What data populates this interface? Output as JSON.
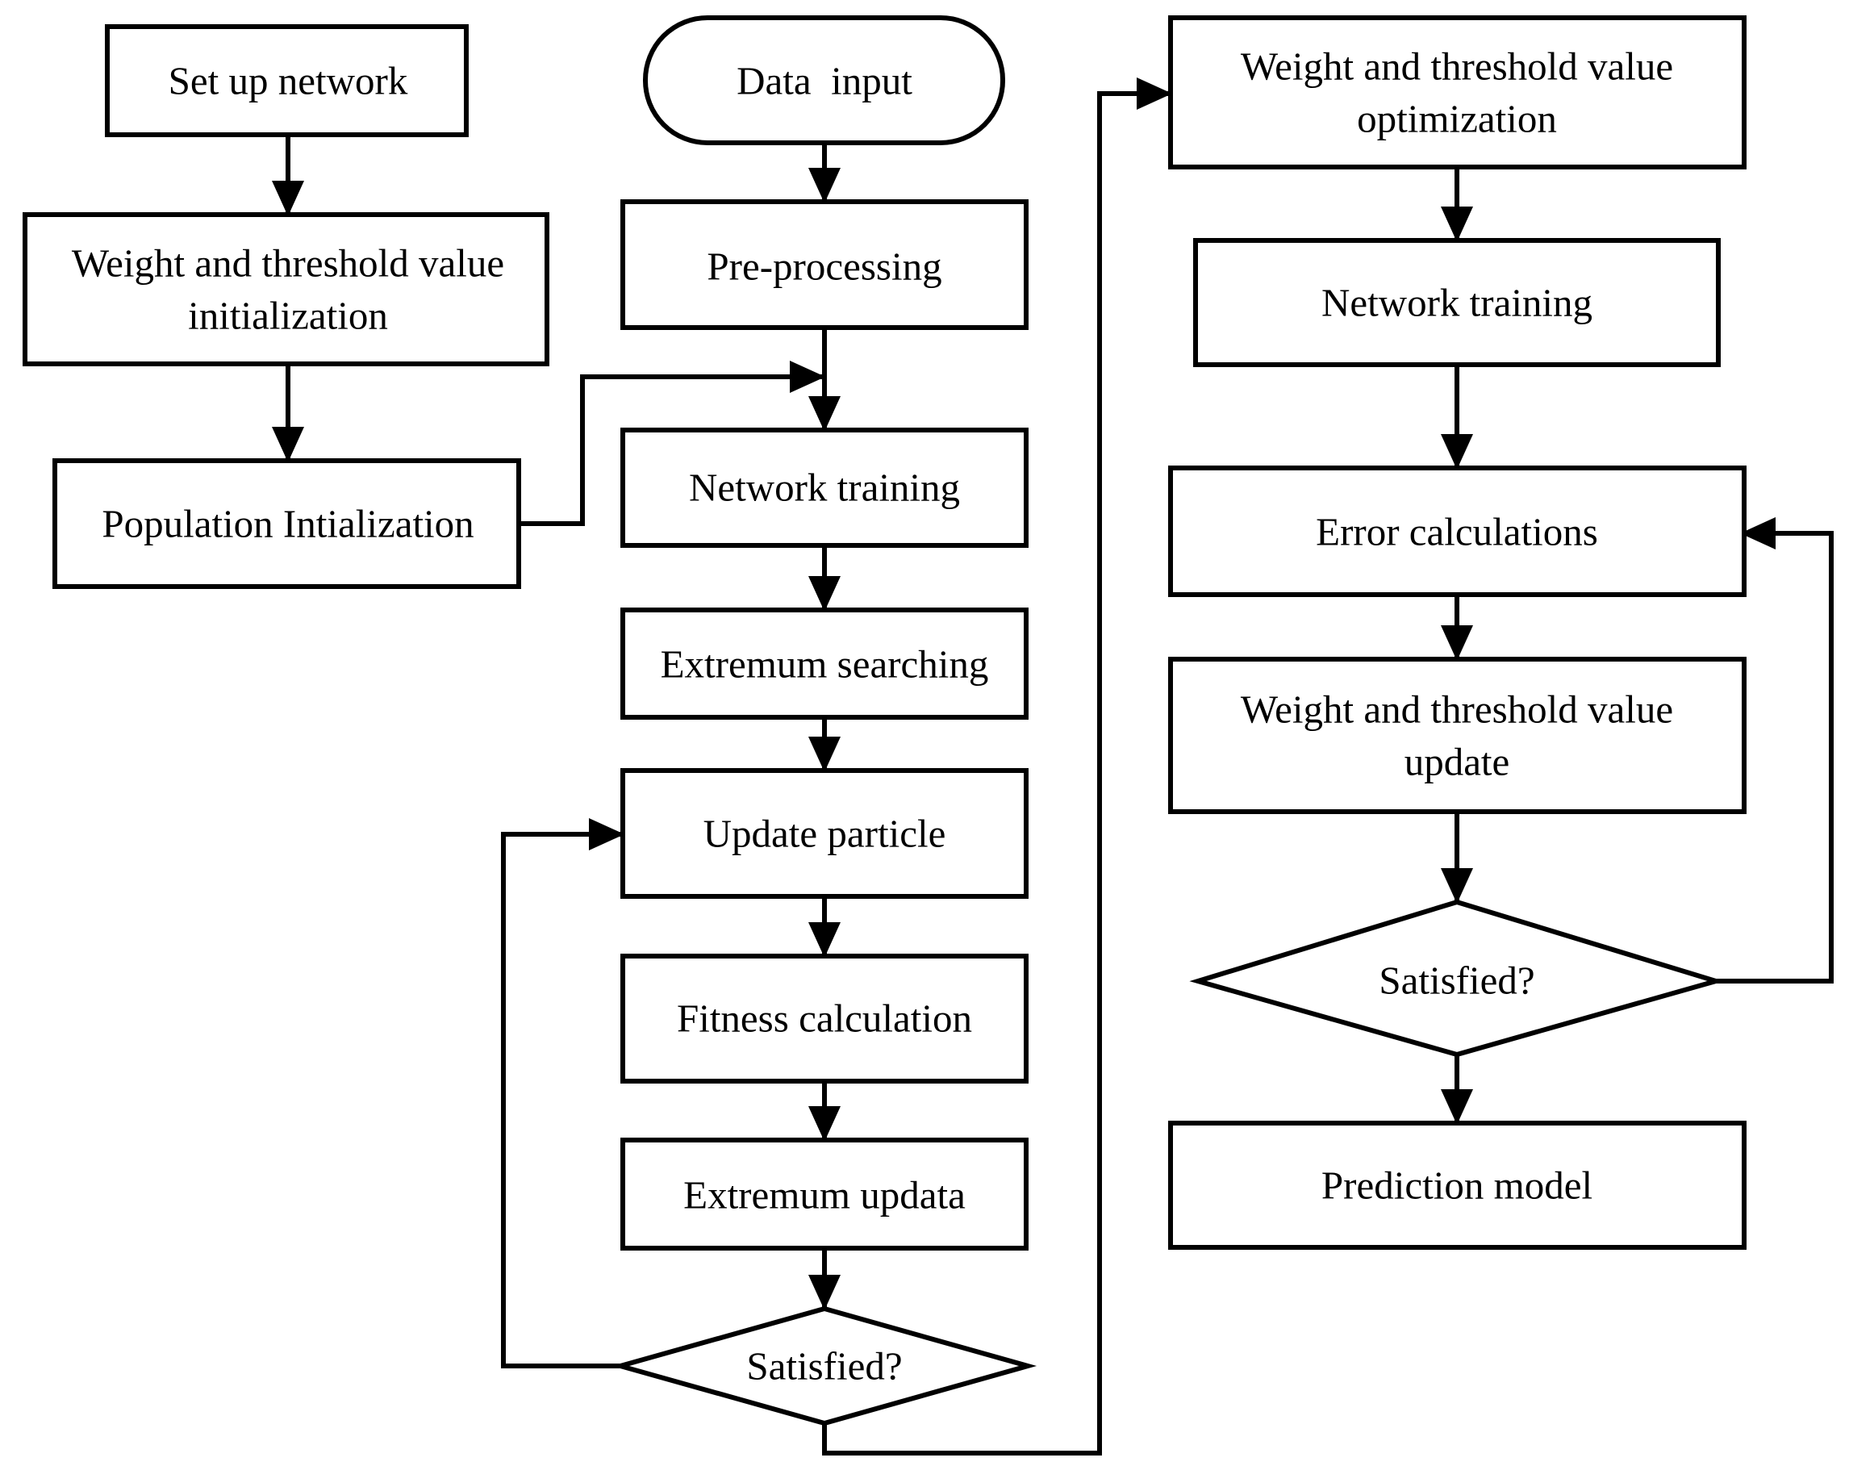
{
  "nodes": {
    "setup": {
      "lines": [
        "Set up network"
      ]
    },
    "init_wt": {
      "lines": [
        "Weight and threshold value",
        "initialization"
      ]
    },
    "pop_init": {
      "lines": [
        "Population Intialization"
      ]
    },
    "data_input": {
      "lines": [
        "Data  input"
      ]
    },
    "preproc": {
      "lines": [
        "Pre-processing"
      ]
    },
    "net_train_1": {
      "lines": [
        "Network training"
      ]
    },
    "extremum_search": {
      "lines": [
        "Extremum searching"
      ]
    },
    "update_particle": {
      "lines": [
        "Update particle"
      ]
    },
    "fitness": {
      "lines": [
        "Fitness calculation"
      ]
    },
    "extremum_update": {
      "lines": [
        "Extremum updata"
      ]
    },
    "satisfied_1": {
      "lines": [
        "Satisfied?"
      ]
    },
    "opt_wt": {
      "lines": [
        "Weight and threshold value",
        "optimization"
      ]
    },
    "net_train_2": {
      "lines": [
        "Network training"
      ]
    },
    "error_calc": {
      "lines": [
        "Error calculations"
      ]
    },
    "update_wt": {
      "lines": [
        "Weight and threshold value",
        "update"
      ]
    },
    "satisfied_2": {
      "lines": [
        "Satisfied?"
      ]
    },
    "prediction": {
      "lines": [
        "Prediction model"
      ]
    }
  },
  "edges": [
    {
      "from": "setup",
      "to": "init_wt"
    },
    {
      "from": "init_wt",
      "to": "pop_init"
    },
    {
      "from": "pop_init",
      "to": "net_train_1"
    },
    {
      "from": "data_input",
      "to": "preproc"
    },
    {
      "from": "preproc",
      "to": "net_train_1"
    },
    {
      "from": "net_train_1",
      "to": "extremum_search"
    },
    {
      "from": "extremum_search",
      "to": "update_particle"
    },
    {
      "from": "update_particle",
      "to": "fitness"
    },
    {
      "from": "fitness",
      "to": "extremum_update"
    },
    {
      "from": "extremum_update",
      "to": "satisfied_1"
    },
    {
      "from": "satisfied_1",
      "to": "update_particle"
    },
    {
      "from": "satisfied_1",
      "to": "opt_wt"
    },
    {
      "from": "opt_wt",
      "to": "net_train_2"
    },
    {
      "from": "net_train_2",
      "to": "error_calc"
    },
    {
      "from": "error_calc",
      "to": "update_wt"
    },
    {
      "from": "update_wt",
      "to": "satisfied_2"
    },
    {
      "from": "satisfied_2",
      "to": "error_calc"
    },
    {
      "from": "satisfied_2",
      "to": "prediction"
    }
  ]
}
